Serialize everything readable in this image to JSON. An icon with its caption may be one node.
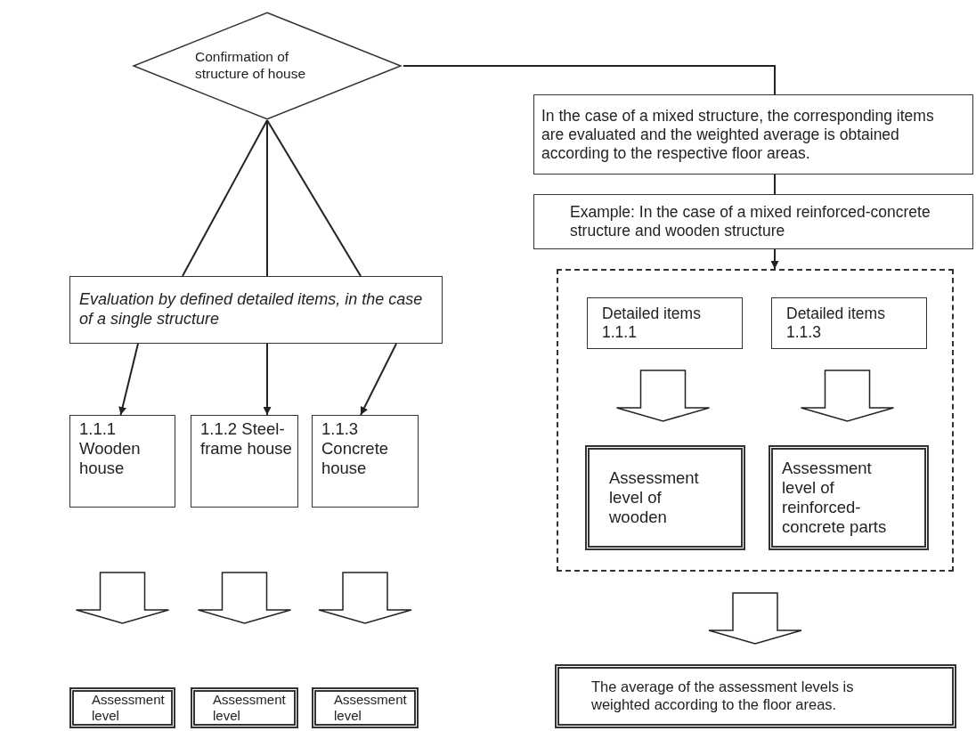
{
  "diagram": {
    "nodes": [
      {
        "text": [
          "Confirmation of structure of house"
        ]
      },
      {
        "text": [
          "In the case of a mixed structure, the corresponding items are evaluated and the weighted average is obtained according to the respective floor areas."
        ]
      },
      {
        "text": [
          "Example: In the case of a mixed reinforced-concrete structure and wooden structure"
        ]
      },
      {
        "text": [
          "Evaluation by defined detailed items, in the case of a single structure"
        ]
      },
      {
        "text": [
          "1.1.1 Wooden house"
        ]
      },
      {
        "text": [
          "1.1.2 Steel-frame house"
        ]
      },
      {
        "text": [
          "1.1.3 Concrete house"
        ]
      },
      {
        "text": [],
        "shape": "box"
      },
      {
        "text": [
          "Detailed items 1.1.1"
        ],
        "in": 7
      },
      {
        "text": [
          "Detailed items 1.1.3"
        ],
        "in": 7
      },
      {
        "text": [
          "Assessment level of wooden"
        ],
        "in": 7
      },
      {
        "text": [
          "Assessment level of reinforced-concrete parts"
        ],
        "in": 7
      },
      {
        "text": [
          "Assessment level"
        ]
      },
      {
        "text": [
          "Assessment level"
        ]
      },
      {
        "text": [
          "Assessment level"
        ]
      },
      {
        "text": [
          "The average of the assessment levels is weighted according to the floor areas."
        ]
      }
    ],
    "edges": [
      {
        "from": 0,
        "to": 1,
        "arrow": "none"
      },
      {
        "from": 1,
        "to": 2,
        "arrow": "none"
      },
      {
        "from": 2,
        "to": 7,
        "arrow": "to"
      },
      {
        "from": 0,
        "to": 3,
        "arrow": "none"
      },
      {
        "from": 0,
        "to": 3,
        "arrow": "none"
      },
      {
        "from": 0,
        "to": 3,
        "arrow": "none"
      },
      {
        "from": 3,
        "to": 4,
        "arrow": "to"
      },
      {
        "from": 3,
        "to": 5,
        "arrow": "to"
      },
      {
        "from": 3,
        "to": 6,
        "arrow": "to"
      },
      {
        "from": 4,
        "to": 12,
        "arrow": "to",
        "style": "thick"
      },
      {
        "from": 5,
        "to": 13,
        "arrow": "to",
        "style": "thick"
      },
      {
        "from": 6,
        "to": 14,
        "arrow": "to",
        "style": "thick"
      },
      {
        "from": 8,
        "to": 10,
        "arrow": "to",
        "style": "thick"
      },
      {
        "from": 9,
        "to": 11,
        "arrow": "to",
        "style": "thick"
      },
      {
        "from": 7,
        "to": 15,
        "arrow": "to",
        "style": "thick"
      }
    ]
  }
}
